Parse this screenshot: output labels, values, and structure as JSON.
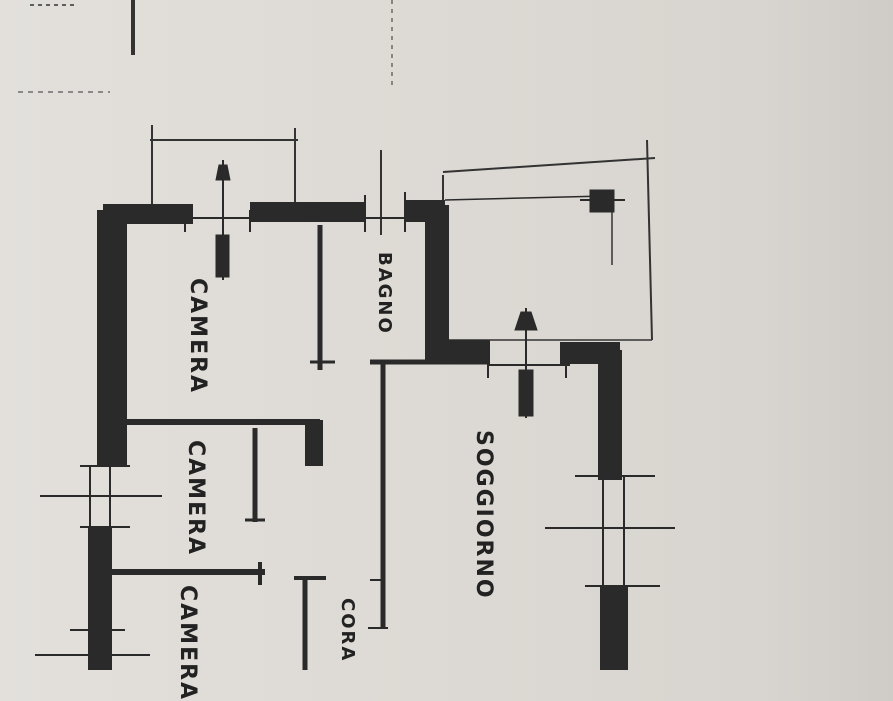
{
  "rooms": {
    "camera_1": "CAMERA",
    "camera_2": "CAMERA",
    "camera_3": "CAMERA",
    "bagno": "BAGNO",
    "soggiorno": "SOGGIORNO",
    "cora": "CORA"
  },
  "colors": {
    "paper": "#dedad5",
    "wall": "#2a2a2a",
    "line": "#333333"
  }
}
